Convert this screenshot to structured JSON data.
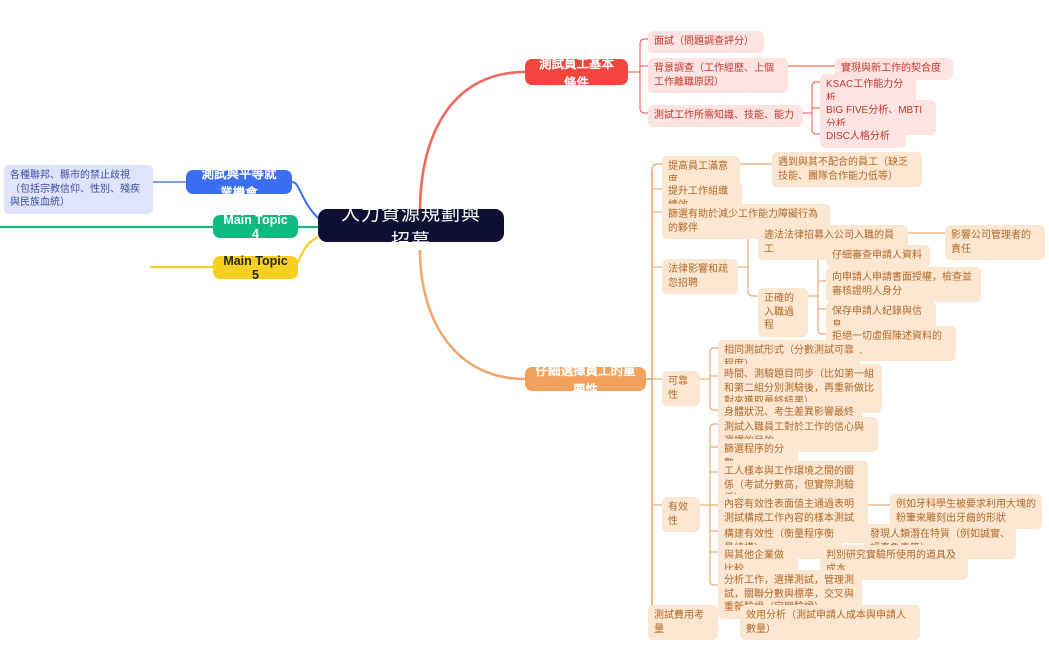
{
  "root": {
    "label": "人力資源規劃與招募"
  },
  "branches": {
    "testing_basics": {
      "label": "測試員工基本條件",
      "color": "#f2453d",
      "children": [
        {
          "label": "面試（問題調查評分）"
        },
        {
          "label": "背景調查（工作經歷、上個工作離職原因）",
          "children": [
            {
              "label": "實現與新工作的契合度"
            }
          ]
        },
        {
          "label": "測試工作所需知識、技能、能力",
          "children": [
            {
              "label": "KSAC工作能力分析"
            },
            {
              "label": "BIG FIVE分析、MBTI分析"
            },
            {
              "label": "DISC人格分析"
            }
          ]
        }
      ]
    },
    "equal_employment": {
      "label": "測試與平等就業機會",
      "color": "#3b6ef0",
      "children": [
        {
          "label": "各種聯邦、縣市的禁止歧視（包括宗教信仰、性別、殘疾與民族血統）"
        }
      ]
    },
    "main_topic_4": {
      "label": "Main Topic 4",
      "color": "#11b981"
    },
    "main_topic_5": {
      "label": "Main Topic 5",
      "color": "#f5d020"
    },
    "careful_selection": {
      "label": "仔細選擇員工的重要性",
      "color": "#f2a25c",
      "children": [
        {
          "label": "提高員工滿意度",
          "children": [
            {
              "label": "遇到與其不配合的員工（缺乏技能、團隊合作能力低等）"
            }
          ]
        },
        {
          "label": "提升工作組織績效"
        },
        {
          "label": "篩選有助於減少工作能力障礙行為的夥伴"
        },
        {
          "label": "法律影響和疏忽招聘",
          "children": [
            {
              "label": "違法法律招募入公司入職的員工",
              "children": [
                {
                  "label": "影響公司管理者的責任"
                }
              ]
            },
            {
              "label": "正確的入職過程",
              "children": [
                {
                  "label": "仔細審查申請人資料"
                },
                {
                  "label": "向申請人申請書面授權，檢查並審核證明人身分"
                },
                {
                  "label": "保存申請人紀錄與信息"
                },
                {
                  "label": "拒絕一切虛假陳述資料的申請人"
                }
              ]
            }
          ]
        },
        {
          "label": "可靠性",
          "children": [
            {
              "label": "相同測試形式（分數測試可靠程度）"
            },
            {
              "label": "時間、測驗題目同步（比如第一組和第二組分別測驗後，再重新做比對來獲取最終結果）"
            },
            {
              "label": "身體狀況、考生差異影響最終結果"
            }
          ]
        },
        {
          "label": "有效性",
          "children": [
            {
              "label": "測試入職員工對於工作的信心與選擇的目的"
            },
            {
              "label": "篩選程序的分數"
            },
            {
              "label": "工人樣本與工作環境之間的關係（考試分數高，但實際測驗低）"
            },
            {
              "label": "內容有效性表面值主通過表明測試構成工作內容的樣本測試內容有效性",
              "children": [
                {
                  "label": "例如牙科學生被要求利用大塊的粉筆來雕刻出牙齒的形狀"
                }
              ]
            },
            {
              "label": "構建有效性（衡量程序衡量結構）",
              "children": [
                {
                  "label": "發現人類潛在特質（例如誠實、認真負責等）"
                }
              ]
            },
            {
              "label": "與其他企業做比較",
              "children": [
                {
                  "label": "判別研究實驗所使用的道具及成本"
                }
              ]
            },
            {
              "label": "分析工作，選擇測試，管理測試，關聯分數與標準，交叉與重新驗證（定期驗證）"
            }
          ]
        },
        {
          "label": "測試費用考量",
          "children": [
            {
              "label": "效用分析（測試申請人成本與申請人數量）"
            }
          ]
        }
      ]
    }
  },
  "colors": {
    "red": "#f2453d",
    "red_line": "#ef6a62",
    "red_tint": "#fde3e2",
    "orange": "#f2a25c",
    "orange_line": "#eca96f",
    "orange_tint": "#fbe6d2",
    "blue": "#3b6ef0",
    "blue_tint": "#dfe4fb",
    "green": "#11b981",
    "yellow": "#f5d020",
    "root_bg": "#0d1033"
  }
}
